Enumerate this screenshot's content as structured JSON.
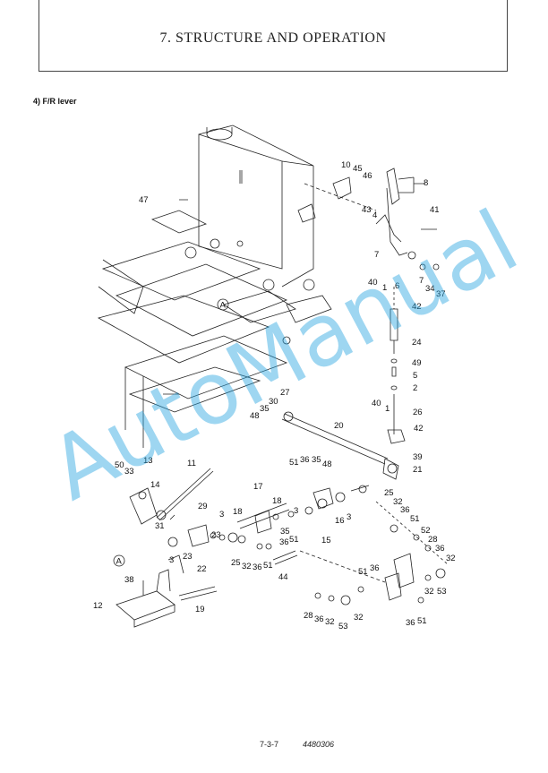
{
  "header": {
    "title": "7. STRUCTURE AND OPERATION"
  },
  "section": {
    "heading": "4)  F/R lever"
  },
  "diagram": {
    "callouts": [
      "10",
      "45",
      "46",
      "8",
      "47",
      "43",
      "4",
      "41",
      "7",
      "7",
      "34",
      "37",
      "6",
      "40",
      "1",
      "42",
      "24",
      "49",
      "5",
      "2",
      "27",
      "30",
      "35",
      "48",
      "26",
      "40",
      "1",
      "42",
      "20",
      "39",
      "21",
      "51",
      "36",
      "35",
      "48",
      "50",
      "33",
      "13",
      "11",
      "14",
      "17",
      "18",
      "25",
      "32",
      "36",
      "51",
      "29",
      "3",
      "18",
      "3",
      "31",
      "16",
      "3",
      "52",
      "15",
      "28",
      "36",
      "32",
      "23",
      "35",
      "36",
      "51",
      "3",
      "23",
      "25",
      "32",
      "36",
      "51",
      "22",
      "44",
      "51",
      "36",
      "38",
      "32",
      "53",
      "12",
      "19",
      "28",
      "36",
      "32",
      "32",
      "53",
      "36",
      "51"
    ],
    "marker_label": "A",
    "marker_label_2": "A"
  },
  "watermark": {
    "text": "AutoManual"
  },
  "footer": {
    "page_number": "7-3-7",
    "doc_code": "4480306"
  }
}
